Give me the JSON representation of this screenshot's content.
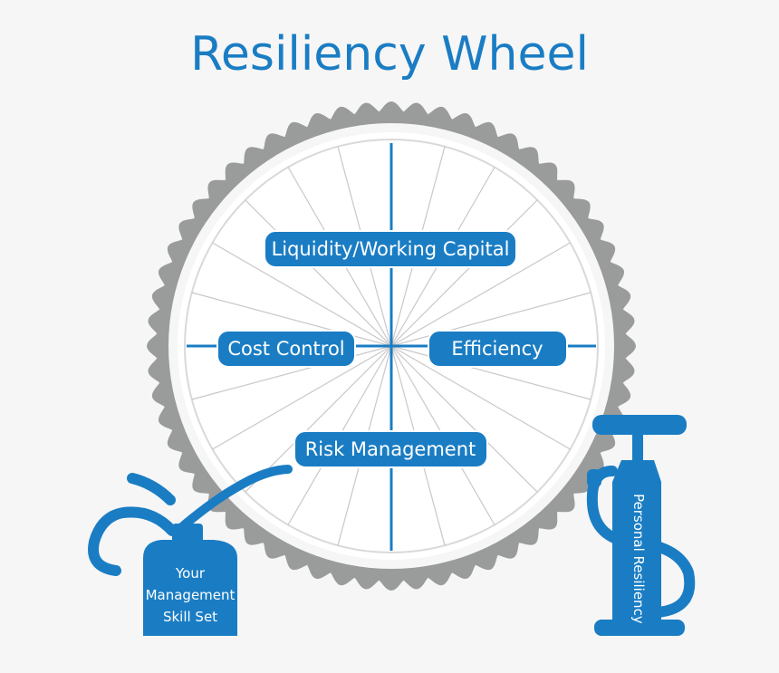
{
  "title": "Resiliency Wheel",
  "segments": {
    "top": "Liquidity/Working Capital",
    "left": "Cost Control",
    "right": "Efficiency",
    "bottom": "Risk Management"
  },
  "oil_can": {
    "line1": "Your",
    "line2": "Management",
    "line3": "Skill Set"
  },
  "pump": {
    "label": "Personal Resiliency"
  },
  "colors": {
    "accent": "#1a7dc4",
    "tire": "#9a9b9b",
    "spokes": "#c8c8c8",
    "background": "#f6f6f6"
  }
}
